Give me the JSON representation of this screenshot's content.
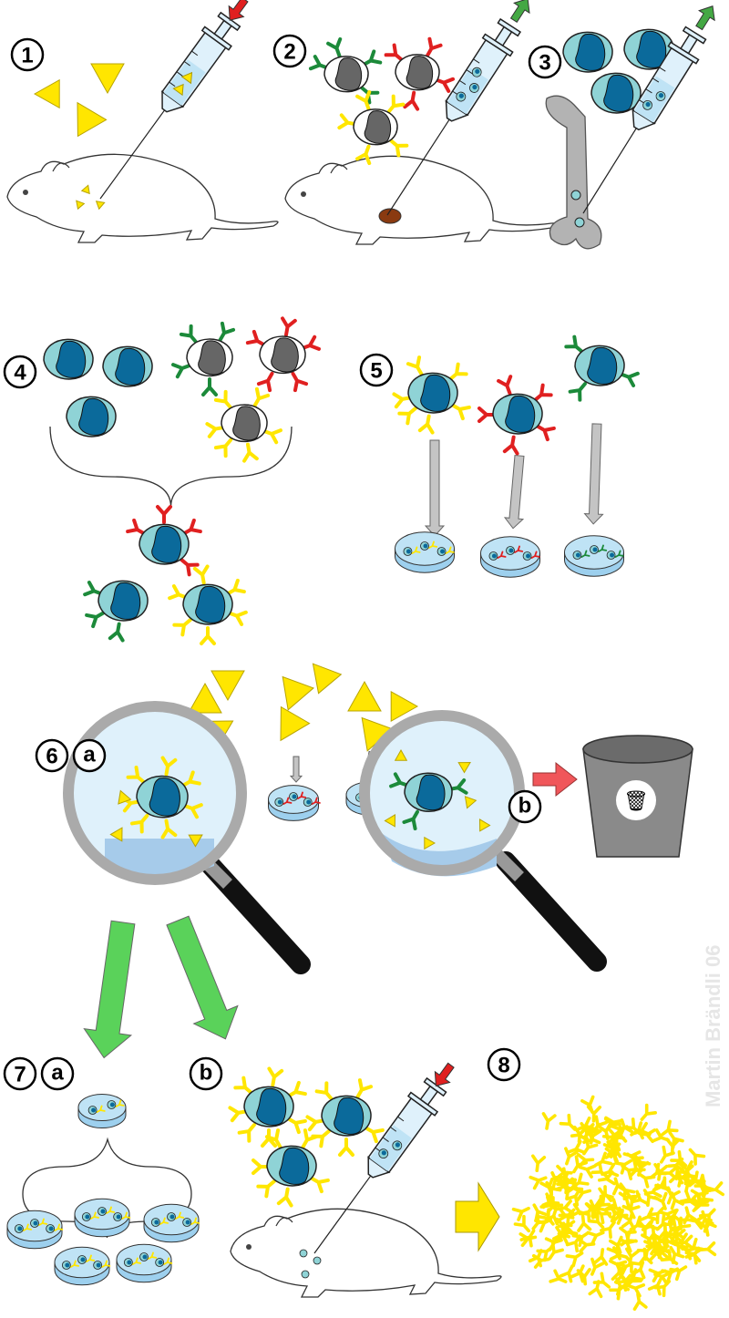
{
  "title": "Monoclonal antibody production",
  "steps": {
    "s1": "1",
    "s2": "2",
    "s3": "3",
    "s4": "4",
    "s5": "5",
    "s6": "6",
    "s6a": "a",
    "s6b": "b",
    "s7": "7",
    "s7a": "a",
    "s7b": "b",
    "s8": "8"
  },
  "watermark": "Martin Brändli 06",
  "colors": {
    "antigen": "#ffe600",
    "cell": "#8fd3d6",
    "nucleus": "#0b6a9b",
    "antibody_yellow": "#ffe600",
    "antibody_red": "#e02020",
    "antibody_green": "#1c8a3a",
    "arrow_green": "#5ad25a",
    "arrow_red": "#f0565a",
    "arrow_grey": "#c4c4c4",
    "dish": "#bfe3f5"
  }
}
